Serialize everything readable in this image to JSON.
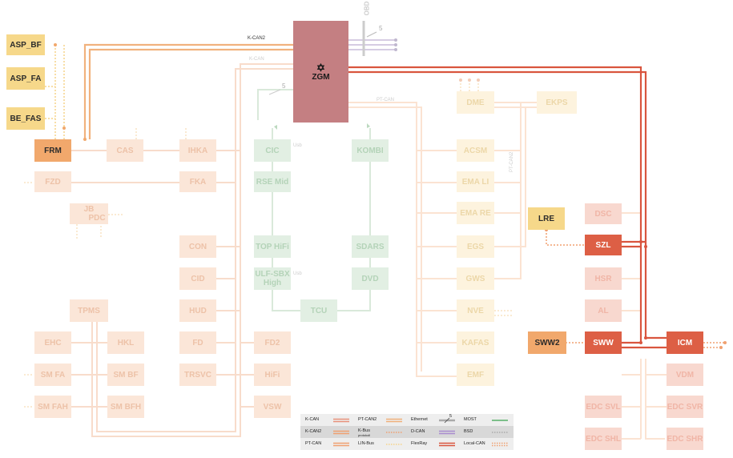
{
  "gateway": {
    "label": "ZGM",
    "icon": "star-icon"
  },
  "port": {
    "label": "OBD",
    "count_label": "5"
  },
  "wire_labels": {
    "kcan2": "K-CAN2",
    "kcan": "K-CAN",
    "ptcan": "PT-CAN",
    "ptcan2": "PT-CAN2",
    "ethernet_count": "5",
    "usb1": "Usb",
    "usb2": "Usb"
  },
  "nodes": {
    "asp_bf": "ASP_BF",
    "asp_fa": "ASP_FA",
    "be_fas": "BE_FAS",
    "frm": "FRM",
    "fzd": "FZD",
    "cas": "CAS",
    "jb": "JB",
    "pdc": "PDC",
    "ihka": "IHKA",
    "fka": "FKA",
    "cic": "CIC",
    "rse_mid": "RSE Mid",
    "kombi": "KOMBI",
    "con": "CON",
    "cid": "CID",
    "hud": "HUD",
    "fd": "FD",
    "trsvc": "TRSVC",
    "top_hifi": "TOP HiFi",
    "ulf_sbx": "ULF-SBX High",
    "fd2": "FD2",
    "hifi": "HiFi",
    "vsw": "VSW",
    "sdars": "SDARS",
    "dvd": "DVD",
    "tcu": "TCU",
    "tpms": "TPMS",
    "ehc": "EHC",
    "hkl": "HKL",
    "sm_fa": "SM FA",
    "sm_bf": "SM BF",
    "sm_fah": "SM FAH",
    "sm_bfh": "SM BFH",
    "dme": "DME",
    "ekps": "EKPS",
    "acsm": "ACSM",
    "ema_li": "EMA LI",
    "ema_re": "EMA RE",
    "egs": "EGS",
    "gws": "GWS",
    "nve": "NVE",
    "kafas": "KAFAS",
    "emf": "EMF",
    "lre": "LRE",
    "dsc": "DSC",
    "szl": "SZL",
    "hsr": "HSR",
    "al": "AL",
    "sww2": "SWW2",
    "sww": "SWW",
    "icm": "ICM",
    "vdm": "VDM",
    "edc_svl": "EDC SVL",
    "edc_svr": "EDC SVR",
    "edc_shl": "EDC SHL",
    "edc_shr": "EDC SHR"
  },
  "legend": [
    {
      "label": "K-CAN",
      "style": "double",
      "color": "#e8917a"
    },
    {
      "label": "PT-CAN2",
      "style": "double",
      "color": "#f0b07a"
    },
    {
      "label": "Ethernet",
      "style": "ethernet",
      "color": "#aaaaaa",
      "count": "5"
    },
    {
      "label": "MOST",
      "style": "single",
      "color": "#7cbf8a"
    },
    {
      "label": "K-CAN2",
      "style": "double",
      "color": "#f0a070"
    },
    {
      "label": "K-Bus",
      "sublabel": "protokoll",
      "style": "dotted",
      "color": "#f0a070"
    },
    {
      "label": "D-CAN",
      "style": "double",
      "color": "#a98ccf"
    },
    {
      "label": "BSD",
      "style": "dotted",
      "color": "#aaaaaa"
    },
    {
      "label": "PT-CAN",
      "style": "double",
      "color": "#f0a070"
    },
    {
      "label": "LIN-Bus",
      "style": "dotted",
      "color": "#f5d38a"
    },
    {
      "label": "FlexRay",
      "style": "double",
      "color": "#d9553e"
    },
    {
      "label": "Local-CAN",
      "style": "dotted-double",
      "color": "#f0a070"
    }
  ]
}
